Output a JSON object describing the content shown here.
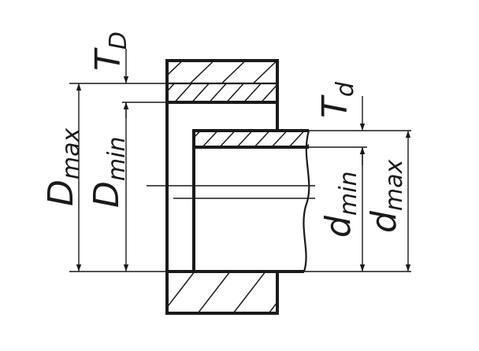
{
  "labels": {
    "t_hole": {
      "main": "T",
      "sub": "D"
    },
    "d_hole_max": {
      "main": "D",
      "sub": "max"
    },
    "d_hole_min": {
      "main": "D",
      "sub": "min"
    },
    "t_shaft": {
      "main": "T",
      "sub": "d"
    },
    "d_shaft_min": {
      "main": "d",
      "sub": "min"
    },
    "d_shaft_max": {
      "main": "d",
      "sub": "max"
    }
  },
  "colors": {
    "ink": "#1a1a1a",
    "background": "#ffffff"
  }
}
